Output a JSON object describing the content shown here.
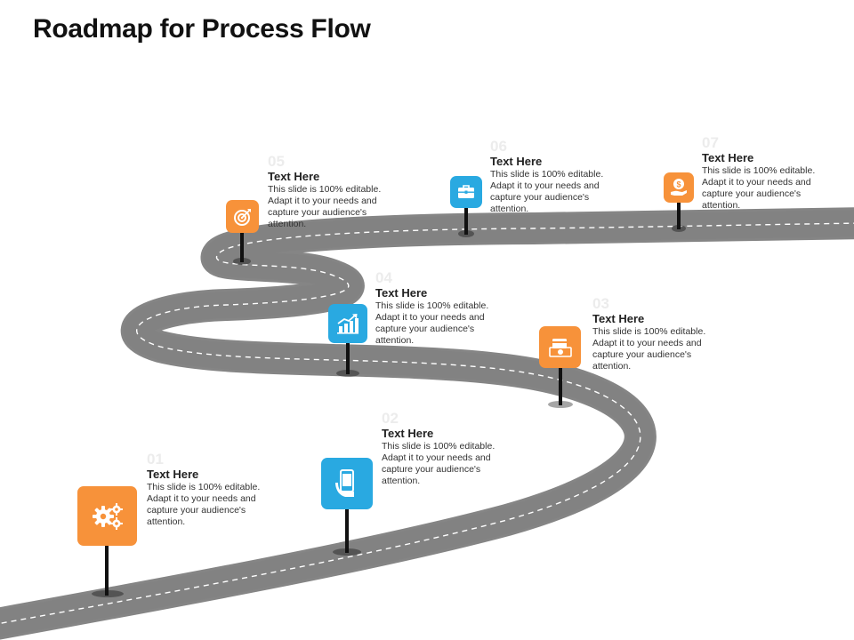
{
  "title": "Roadmap for Process Flow",
  "colors": {
    "orange": "#F7923A",
    "blue": "#29A9E1",
    "road": "#808080",
    "pole": "#111111"
  },
  "steps": [
    {
      "number": "01",
      "heading": "Text Here",
      "desc": "This slide is 100% editable. Adapt it to your needs and capture your audience's attention.",
      "icon": "gears-icon",
      "color": "orange"
    },
    {
      "number": "02",
      "heading": "Text Here",
      "desc": "This slide is 100% editable. Adapt it to your needs and capture your audience's attention.",
      "icon": "mobile-hand-icon",
      "color": "blue"
    },
    {
      "number": "03",
      "heading": "Text Here",
      "desc": "This slide is 100% editable. Adapt it to your needs and capture your audience's attention.",
      "icon": "money-icon",
      "color": "orange"
    },
    {
      "number": "04",
      "heading": "Text Here",
      "desc": "This slide is 100% editable. Adapt it to your needs and capture your audience's attention.",
      "icon": "growth-chart-icon",
      "color": "blue"
    },
    {
      "number": "05",
      "heading": "Text Here",
      "desc": "This slide is 100% editable. Adapt it to your needs and capture your audience's attention.",
      "icon": "target-icon",
      "color": "orange"
    },
    {
      "number": "06",
      "heading": "Text Here",
      "desc": "This slide is 100% editable. Adapt it to your needs and capture your audience's attention.",
      "icon": "briefcase-icon",
      "color": "blue"
    },
    {
      "number": "07",
      "heading": "Text Here",
      "desc": "This slide is 100% editable. Adapt it to your needs and capture your audience's attention.",
      "icon": "dollar-hand-icon",
      "color": "orange"
    }
  ]
}
